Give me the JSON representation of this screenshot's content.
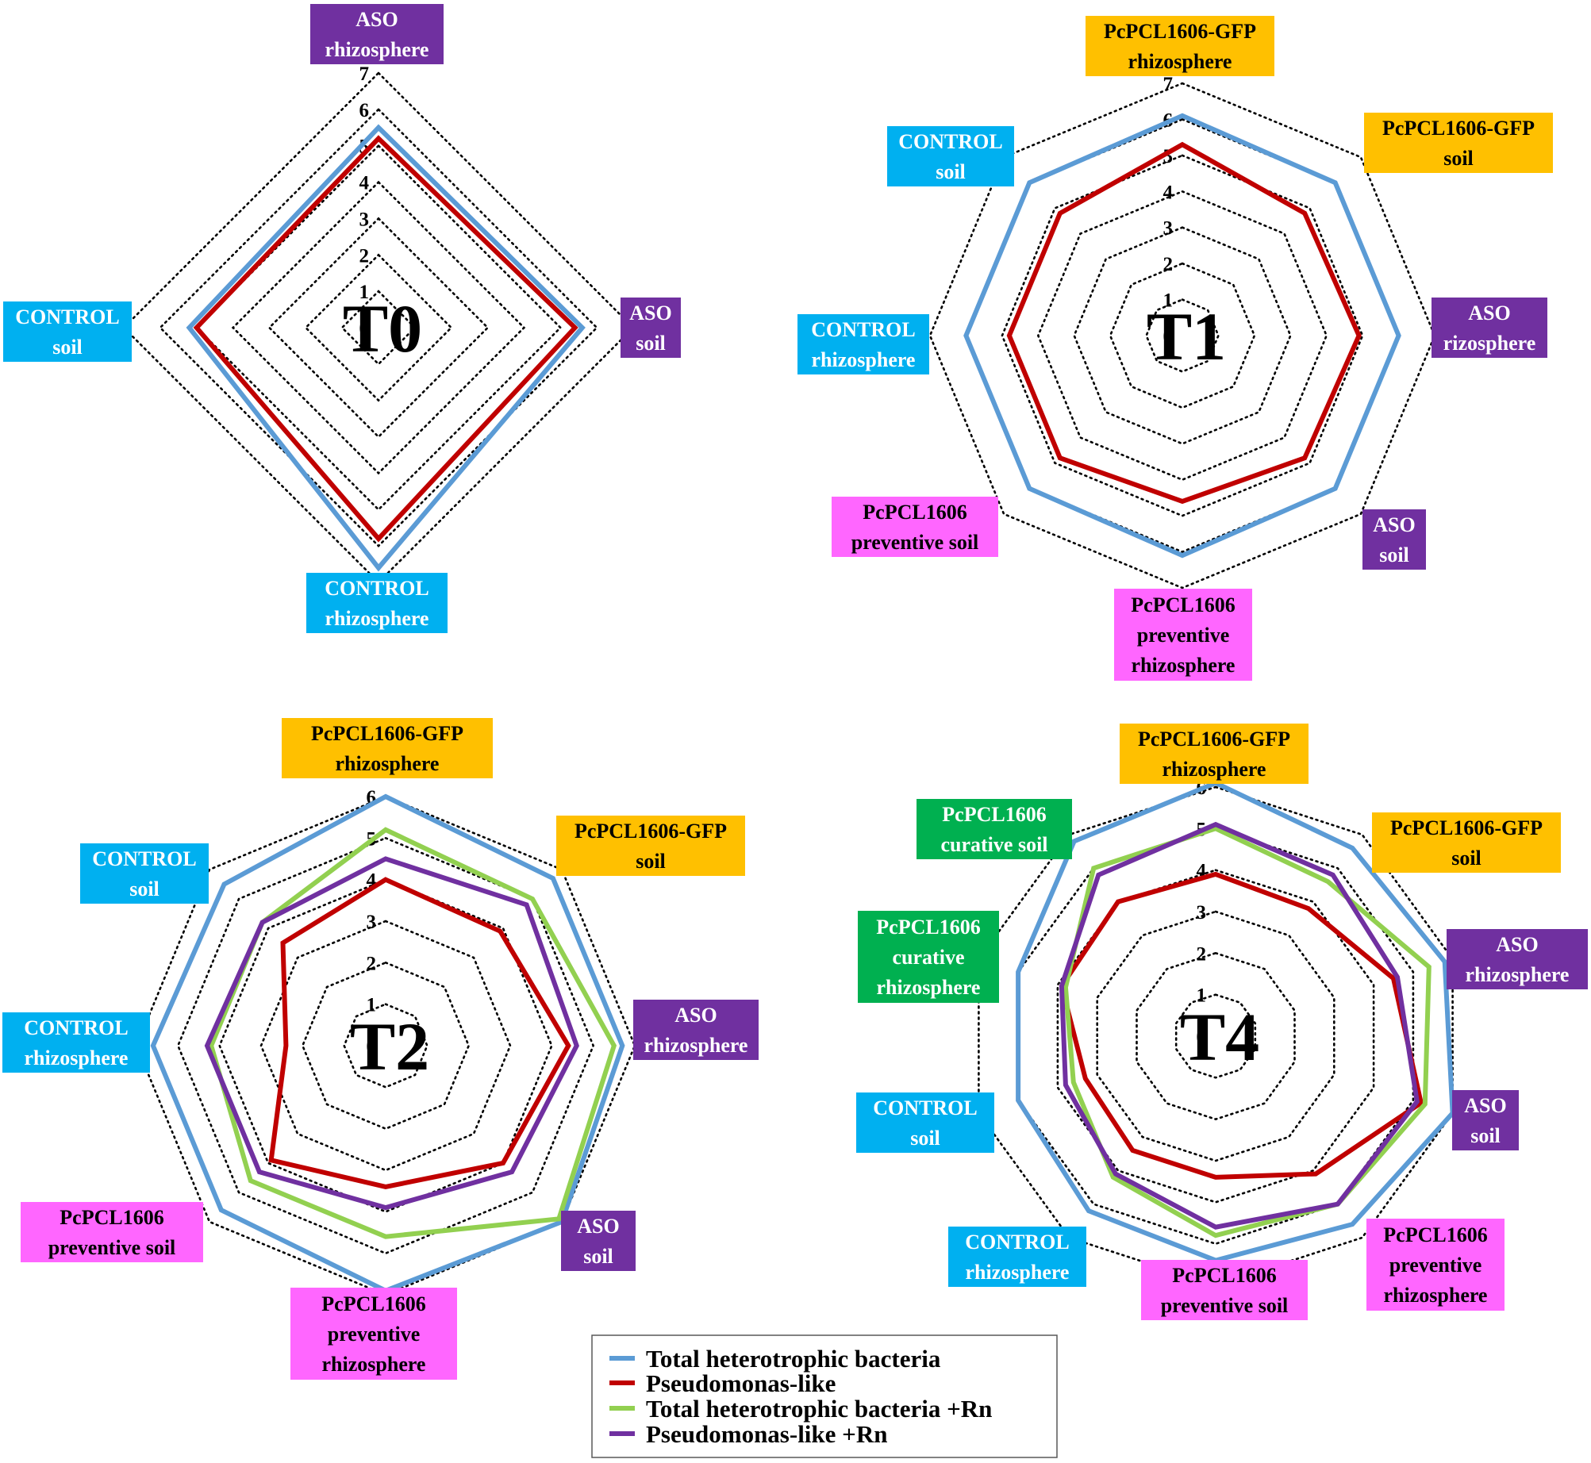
{
  "colors": {
    "blue": "#5B9BD5",
    "red": "#C00000",
    "green": "#92D050",
    "purple": "#7030A0",
    "cat_cyan": "#00B0F0",
    "cat_purple": "#7030A0",
    "cat_orange": "#FFC000",
    "cat_pink": "#FF66FF",
    "cat_green": "#00B050"
  },
  "legend": {
    "items": [
      {
        "label": "Total heterotrophic bacteria",
        "color": "#5B9BD5"
      },
      {
        "label": "Pseudomonas-like",
        "color": "#C00000"
      },
      {
        "label": "Total heterotrophic bacteria +Rn",
        "color": "#92D050"
      },
      {
        "label": "Pseudomonas-like +Rn",
        "color": "#7030A0"
      }
    ]
  },
  "chart_data": [
    {
      "type": "radar",
      "title": "T0",
      "rmax": 7,
      "ticks": [
        "0",
        "1",
        "2",
        "3",
        "4",
        "5",
        "6",
        "7"
      ],
      "categories": [
        {
          "lines": [
            "ASO",
            "rhizosphere"
          ],
          "bg": "#7030A0",
          "fg": "#ffffff"
        },
        {
          "lines": [
            "ASO",
            "soil"
          ],
          "bg": "#7030A0",
          "fg": "#ffffff"
        },
        {
          "lines": [
            "CONTROL",
            "rhizosphere"
          ],
          "bg": "#00B0F0",
          "fg": "#ffffff"
        },
        {
          "lines": [
            "CONTROL",
            "soil"
          ],
          "bg": "#00B0F0",
          "fg": "#ffffff"
        }
      ],
      "series": [
        {
          "name": "Total heterotrophic bacteria",
          "color": "#5B9BD5",
          "values": [
            5.5,
            5.6,
            6.6,
            5.2
          ]
        },
        {
          "name": "Pseudomonas-like",
          "color": "#C00000",
          "values": [
            5.2,
            5.4,
            5.8,
            5.0
          ]
        }
      ]
    },
    {
      "type": "radar",
      "title": "T1",
      "rmax": 7,
      "ticks": [
        "0",
        "1",
        "2",
        "3",
        "4",
        "5",
        "6",
        "7"
      ],
      "categories": [
        {
          "lines": [
            "PcPCL1606-GFP",
            "rhizosphere"
          ],
          "bg": "#FFC000",
          "fg": "#000000"
        },
        {
          "lines": [
            "PcPCL1606-GFP",
            "soil"
          ],
          "bg": "#FFC000",
          "fg": "#000000"
        },
        {
          "lines": [
            "ASO",
            "rizosphere"
          ],
          "bg": "#7030A0",
          "fg": "#ffffff"
        },
        {
          "lines": [
            "ASO",
            "soil"
          ],
          "bg": "#7030A0",
          "fg": "#ffffff"
        },
        {
          "lines": [
            "PcPCL1606",
            "preventive",
            "rhizosphere"
          ],
          "bg": "#FF66FF",
          "fg": "#000000"
        },
        {
          "lines": [
            "PcPCL1606",
            "preventive soil"
          ],
          "bg": "#FF66FF",
          "fg": "#000000"
        },
        {
          "lines": [
            "CONTROL",
            "rhizosphere"
          ],
          "bg": "#00B0F0",
          "fg": "#ffffff"
        },
        {
          "lines": [
            "CONTROL",
            "soil"
          ],
          "bg": "#00B0F0",
          "fg": "#ffffff"
        }
      ],
      "series": [
        {
          "name": "Total heterotrophic bacteria",
          "color": "#5B9BD5",
          "values": [
            6.1,
            6.0,
            6.0,
            6.0,
            6.1,
            6.0,
            6.0,
            6.0
          ]
        },
        {
          "name": "Pseudomonas-like",
          "color": "#C00000",
          "values": [
            5.3,
            4.8,
            4.9,
            4.8,
            4.6,
            4.8,
            4.8,
            4.8
          ]
        }
      ]
    },
    {
      "type": "radar",
      "title": "T2",
      "rmax": 6,
      "ticks": [
        "0",
        "1",
        "2",
        "3",
        "4",
        "5",
        "6"
      ],
      "categories": [
        {
          "lines": [
            "PcPCL1606-GFP",
            "rhizosphere"
          ],
          "bg": "#FFC000",
          "fg": "#000000"
        },
        {
          "lines": [
            "PcPCL1606-GFP",
            "soil"
          ],
          "bg": "#FFC000",
          "fg": "#000000"
        },
        {
          "lines": [
            "ASO",
            "rhizosphere"
          ],
          "bg": "#7030A0",
          "fg": "#ffffff"
        },
        {
          "lines": [
            "ASO",
            "soil"
          ],
          "bg": "#7030A0",
          "fg": "#ffffff"
        },
        {
          "lines": [
            "PcPCL1606",
            "preventive",
            "rhizosphere"
          ],
          "bg": "#FF66FF",
          "fg": "#000000"
        },
        {
          "lines": [
            "PcPCL1606",
            "preventive soil"
          ],
          "bg": "#FF66FF",
          "fg": "#000000"
        },
        {
          "lines": [
            "CONTROL",
            "rhizosphere"
          ],
          "bg": "#00B0F0",
          "fg": "#ffffff"
        },
        {
          "lines": [
            "CONTROL",
            "soil"
          ],
          "bg": "#00B0F0",
          "fg": "#ffffff"
        }
      ],
      "series": [
        {
          "name": "Total heterotrophic bacteria",
          "color": "#5B9BD5",
          "values": [
            6.0,
            5.7,
            5.7,
            6.0,
            5.9,
            5.6,
            5.6,
            5.5
          ]
        },
        {
          "name": "Pseudomonas-like",
          "color": "#C00000",
          "values": [
            4.0,
            3.9,
            4.4,
            4.0,
            3.4,
            3.9,
            2.4,
            3.5
          ]
        },
        {
          "name": "Total heterotrophic bacteria +Rn",
          "color": "#92D050",
          "values": [
            5.2,
            5.0,
            5.5,
            5.9,
            4.6,
            4.6,
            4.2,
            4.2
          ]
        },
        {
          "name": "Pseudomonas-like +Rn",
          "color": "#7030A0",
          "values": [
            4.5,
            4.8,
            4.6,
            4.3,
            3.9,
            4.3,
            4.3,
            4.2
          ]
        }
      ]
    },
    {
      "type": "radar",
      "title": "T4",
      "rmax": 6,
      "ticks": [
        "0",
        "1",
        "2",
        "3",
        "4",
        "5",
        "6"
      ],
      "categories": [
        {
          "lines": [
            "PcPCL1606-GFP",
            "rhizosphere"
          ],
          "bg": "#FFC000",
          "fg": "#000000"
        },
        {
          "lines": [
            "PcPCL1606-GFP",
            "soil"
          ],
          "bg": "#FFC000",
          "fg": "#000000"
        },
        {
          "lines": [
            "ASO",
            "rhizosphere"
          ],
          "bg": "#7030A0",
          "fg": "#ffffff"
        },
        {
          "lines": [
            "ASO",
            "soil"
          ],
          "bg": "#7030A0",
          "fg": "#ffffff"
        },
        {
          "lines": [
            "PcPCL1606",
            "preventive",
            "rhizosphere"
          ],
          "bg": "#FF66FF",
          "fg": "#000000"
        },
        {
          "lines": [
            "PcPCL1606",
            "preventive soil"
          ],
          "bg": "#FF66FF",
          "fg": "#000000"
        },
        {
          "lines": [
            "CONTROL",
            "rhizosphere"
          ],
          "bg": "#00B0F0",
          "fg": "#ffffff"
        },
        {
          "lines": [
            "CONTROL",
            "soil"
          ],
          "bg": "#00B0F0",
          "fg": "#ffffff"
        },
        {
          "lines": [
            "PcPCL1606",
            "curative",
            "rhizosphere"
          ],
          "bg": "#00B050",
          "fg": "#ffffff"
        },
        {
          "lines": [
            "PcPCL1606",
            "curative soil"
          ],
          "bg": "#00B050",
          "fg": "#ffffff"
        }
      ],
      "series": [
        {
          "name": "Total heterotrophic bacteria",
          "color": "#5B9BD5",
          "values": [
            6.1,
            5.6,
            5.8,
            6.0,
            5.6,
            5.4,
            5.2,
            5.0,
            5.0,
            5.8
          ]
        },
        {
          "name": "Pseudomonas-like",
          "color": "#C00000",
          "values": [
            3.9,
            3.8,
            4.5,
            5.2,
            4.1,
            3.4,
            3.4,
            3.3,
            3.9,
            4.0
          ]
        },
        {
          "name": "Total heterotrophic bacteria +Rn",
          "color": "#92D050",
          "values": [
            5.0,
            4.6,
            5.4,
            5.3,
            5.0,
            4.8,
            4.2,
            3.6,
            3.8,
            5.0
          ]
        },
        {
          "name": "Pseudomonas-like +Rn",
          "color": "#7030A0",
          "values": [
            5.1,
            4.8,
            4.6,
            5.1,
            5.0,
            4.6,
            4.1,
            3.8,
            3.9,
            4.8
          ]
        }
      ]
    }
  ]
}
